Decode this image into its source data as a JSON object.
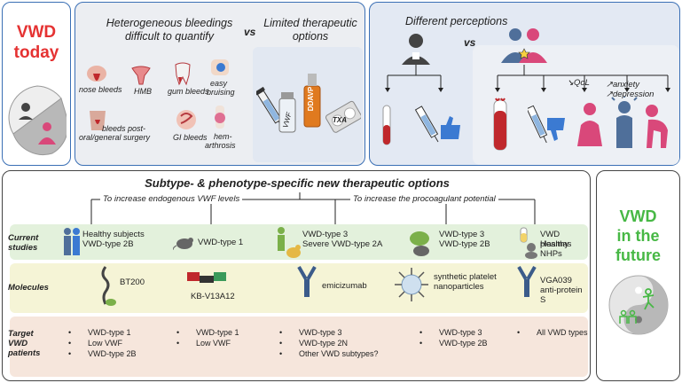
{
  "left_panel": {
    "title_line1": "VWD",
    "title_line2": "today"
  },
  "top_mid": {
    "header_left_line1": "Heterogeneous bleedings",
    "header_left_line2": "difficult to quantify",
    "vs": "vs",
    "header_right_line1": "Limited therapeutic",
    "header_right_line2": "options",
    "bleed_labels": {
      "nose": "nose bleeds",
      "hmb": "HMB",
      "gum": "gum bleeds",
      "bruise_1": "easy",
      "bruise_2": "bruising",
      "postop_1": "bleeds post-",
      "postop_2": "oral/general surgery",
      "gi": "GI bleeds",
      "hem_1": "hem-",
      "hem_2": "arthrosis"
    },
    "drug_labels": {
      "vwf": "VWF",
      "ddavp": "DDAVP",
      "txa": "TXA"
    }
  },
  "top_right": {
    "header": "Different perceptions",
    "vs": "vs",
    "qol": "↘QoL",
    "anxiety": "↗anxiety",
    "depression": "↗depression"
  },
  "bottom": {
    "title": "Subtype- & phenotype-specific new therapeutic options",
    "branch_left": "To increase endogenous VWF levels",
    "branch_right": "To increase the procoagulant potential",
    "row_labels": {
      "current_1": "Current",
      "current_2": "studies",
      "molecules": "Molecules",
      "target_1": "Target",
      "target_2": "VWD",
      "target_3": "patients"
    },
    "current_studies": {
      "c1_line1": "Healthy subjects",
      "c1_line2": "VWD-type 2B",
      "c2_line1": "VWD-type 1",
      "c3_line1": "VWD-type 3",
      "c3_line2": "Severe VWD-type 2A",
      "c4_line1": "VWD-type 3",
      "c4_line2": "VWD-type 2B",
      "c5_line1": "VWD plasmas",
      "c5_line2": "Healthy NHPs"
    },
    "molecules": {
      "m1": "BT200",
      "m2": "KB-V13A12",
      "m3": "emicizumab",
      "m4_line1": "synthetic platelet",
      "m4_line2": "nanoparticles",
      "m5_line1": "VGA039",
      "m5_line2": "anti-protein S"
    },
    "targets": {
      "t1": [
        "VWD-type 1",
        "Low VWF",
        "VWD-type 2B"
      ],
      "t2": [
        "VWD-type 1",
        "Low VWF"
      ],
      "t3": [
        "VWD-type 3",
        "VWD-type 2N",
        "Other VWD subtypes?"
      ],
      "t4": [
        "VWD-type 3",
        "VWD-type 2B"
      ],
      "t5": [
        "All VWD types"
      ]
    }
  },
  "future": {
    "line1": "VWD",
    "line2": "in the",
    "line3": "future"
  },
  "colors": {
    "red": "#e53232",
    "green": "#47b845",
    "blue_border": "#3a6fb5",
    "row_current": "#e3f1dc",
    "row_molecules": "#f5f4d6",
    "row_target": "#f6e6dc"
  }
}
